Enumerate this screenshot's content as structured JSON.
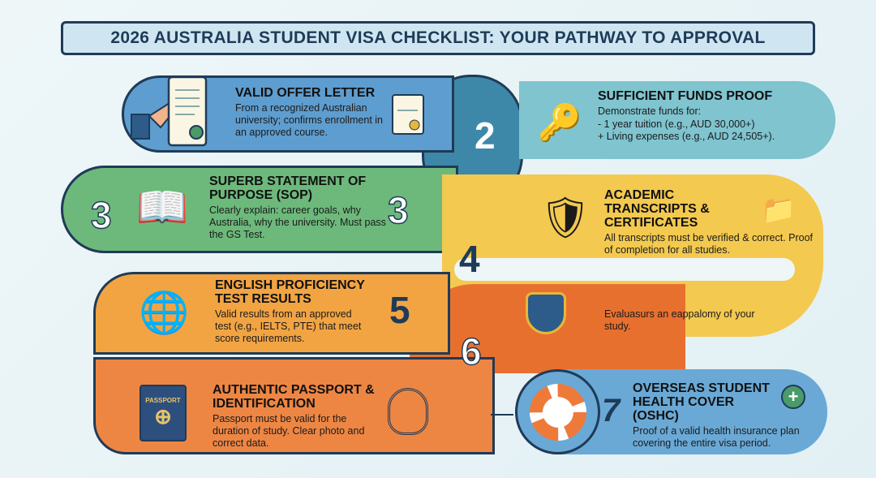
{
  "title": "2026 AUSTRALIA STUDENT VISA CHECKLIST: YOUR PATHWAY TO APPROVAL",
  "steps": [
    {
      "number": "",
      "title": "VALID OFFER LETTER",
      "desc": "From a recognized Australian university; confirms enrollment in an approved course.",
      "color": "#5e9dcf"
    },
    {
      "number": "2",
      "title": "SUFFICIENT FUNDS PROOF",
      "desc_lines": [
        "Demonstrate funds for:",
        "- 1 year tuition (e.g., AUD 30,000+)",
        "+ Living expenses (e.g., AUD 24,505+)."
      ],
      "color": "#7fc4cf"
    },
    {
      "number": "3",
      "number_left": "3",
      "title": "SUPERB STATEMENT OF PURPOSE (SOP)",
      "desc": "Clearly explain: career goals, why Australia, why the university. Must pass the GS Test.",
      "color": "#6db97b"
    },
    {
      "number": "4",
      "title": "ACADEMIC TRANSCRIPTS & CERTIFICATES",
      "desc": "All transcripts must be verified & correct. Proof of completion for all studies.",
      "color": "#f3c94f"
    },
    {
      "number": "5",
      "title": "ENGLISH PROFICIENCY TEST RESULTS",
      "desc": "Valid results from an approved test (e.g., IELTS, PTE) that meet score requirements.",
      "color": "#f2a443"
    },
    {
      "number": "6",
      "title": "",
      "desc": "Evaluasurs an eappalomy of your study.",
      "color": "#e8702f"
    },
    {
      "number": "",
      "title": "AUTHENTIC PASSPORT & IDENTIFICATION",
      "desc": "Passport must be valid for the duration of study. Clear photo and correct data.",
      "passport_label": "PASSPORT",
      "color": "#ee8643"
    },
    {
      "number": "7",
      "title": "OVERSEAS STUDENT HEALTH COVER (OSHC)",
      "desc": "Proof of a valid health insurance plan covering the entire visa period.",
      "color": "#6aa9d6"
    }
  ]
}
